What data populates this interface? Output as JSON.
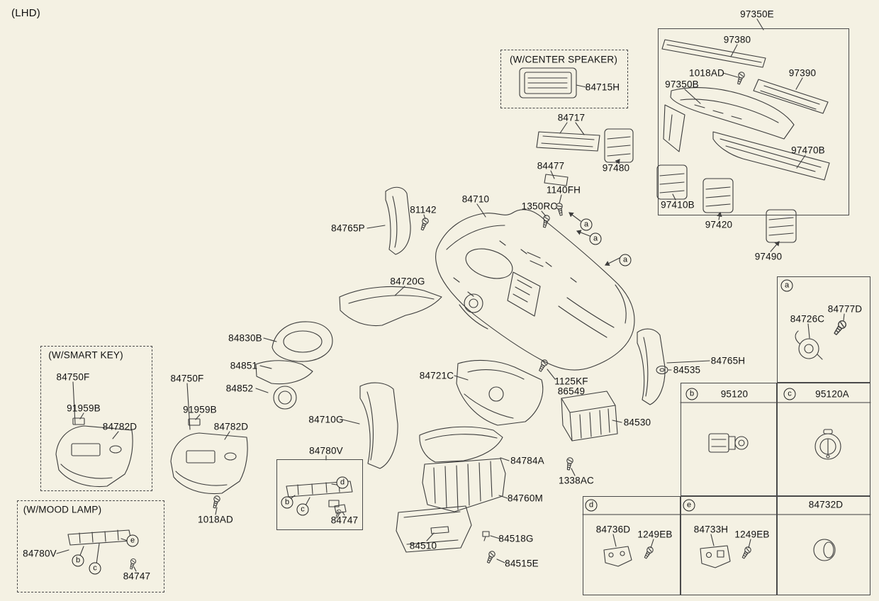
{
  "titles": {
    "lhd": "(LHD)",
    "center_speaker": "(W/CENTER SPEAKER)",
    "smart_key": "(W/SMART KEY)",
    "mood_lamp": "(W/MOOD LAMP)"
  },
  "callouts": {
    "a": "a",
    "b": "b",
    "c": "c",
    "d": "d",
    "e": "e"
  },
  "colors": {
    "background": "#f4f1e3",
    "line": "#3c3c3c",
    "text": "#111111"
  },
  "parts": {
    "97350E": "97350E",
    "97380": "97380",
    "1018AD": "1018AD",
    "97390": "97390",
    "97350B": "97350B",
    "84715H": "84715H",
    "84717": "84717",
    "84477": "84477",
    "1140FH": "1140FH",
    "1350RC": "1350RC",
    "97480": "97480",
    "97470B": "97470B",
    "97410B": "97410B",
    "97420": "97420",
    "97490": "97490",
    "84710": "84710",
    "81142": "81142",
    "84765P": "84765P",
    "84720G": "84720G",
    "84830B": "84830B",
    "84851": "84851",
    "84852": "84852",
    "84750F": "84750F",
    "91959B": "91959B",
    "84782D": "84782D",
    "84710G": "84710G",
    "84721C": "84721C",
    "1125KF": "1125KF",
    "86549": "86549",
    "84535": "84535",
    "84765H": "84765H",
    "84726C": "84726C",
    "84777D": "84777D",
    "95120": "95120",
    "95120A": "95120A",
    "84530": "84530",
    "84780V": "84780V",
    "84747": "84747",
    "84784A": "84784A",
    "84760M": "84760M",
    "1338AC": "1338AC",
    "84510": "84510",
    "84518G": "84518G",
    "84515E": "84515E",
    "84736D": "84736D",
    "1249EB": "1249EB",
    "84733H": "84733H",
    "84732D": "84732D"
  }
}
